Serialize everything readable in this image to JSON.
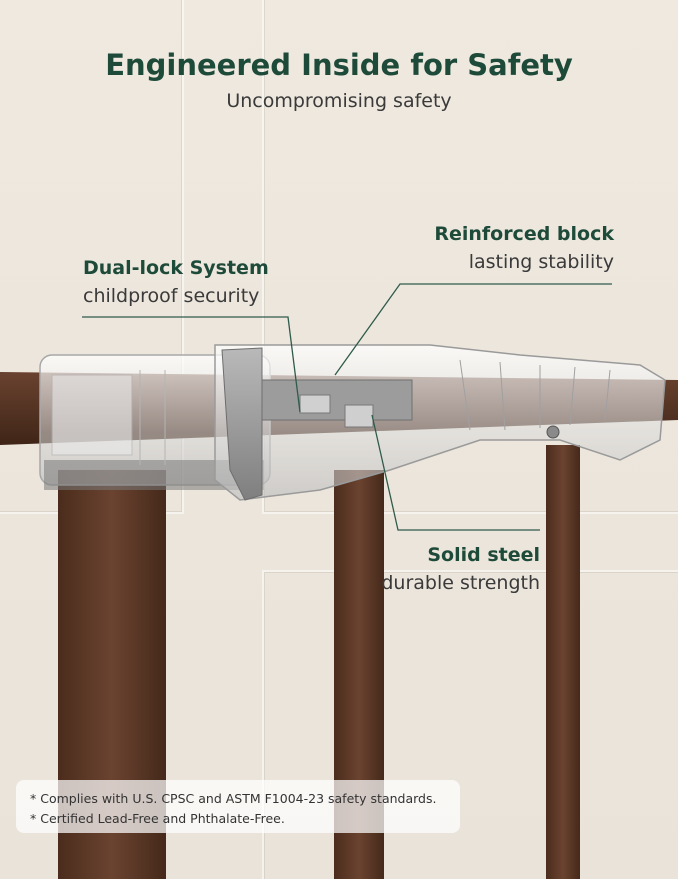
{
  "header": {
    "title": "Engineered Inside for Safety",
    "subtitle": "Uncompromising safety"
  },
  "callouts": {
    "dual_lock": {
      "title": "Dual-lock System",
      "subtitle": "childproof security"
    },
    "reinforced": {
      "title": "Reinforced block",
      "subtitle": "lasting stability"
    },
    "steel": {
      "title": "Solid steel",
      "subtitle": "durable strength"
    }
  },
  "notes": [
    "* Complies with U.S. CPSC and ASTM F1004-23 safety standards.",
    "* Certified Lead-Free and Phthalate-Free."
  ],
  "colors": {
    "accent": "#1e4a3a",
    "wood": "#5e3a26",
    "wall": "#ece6dc"
  }
}
